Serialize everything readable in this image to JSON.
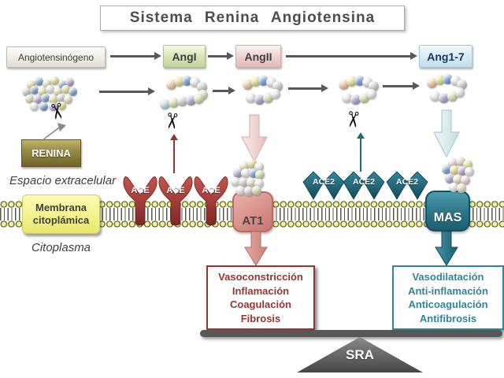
{
  "title": "Sistema Renina Angiotensina",
  "pathway": {
    "angiotensinogen": "Angiotensinógeno",
    "ang1": "AngI",
    "ang2": "AngII",
    "ang17": "Ang1-7"
  },
  "labels": {
    "renina": "RENINA",
    "extracellular": "Espacio extracelular",
    "membrane_line1": "Membrana",
    "membrane_line2": "citoplámica",
    "cytoplasm": "Citoplasma"
  },
  "receptors": {
    "ace": "ACE",
    "ace2": "ACE2",
    "at1": "AT1",
    "mas": "MAS"
  },
  "outcomes": {
    "at1_effects": [
      "Vasoconstricción",
      "Inflamación",
      "Coagulación",
      "Fibrosis"
    ],
    "mas_effects": [
      "Vasodilatación",
      "Anti-inflamación",
      "Anticoagulación",
      "Antifibrosis"
    ]
  },
  "balance": {
    "label": "SRA"
  },
  "icons": {
    "scissors": "✂"
  },
  "colors": {
    "title_text": "#4d4d4d",
    "ace_red": "#9e322c",
    "ace2_teal": "#1d5d6b",
    "at1_pink": "#d8918a",
    "mas_teal": "#23677a",
    "outcome_red": "#943634",
    "outcome_teal": "#31849b",
    "membrane_yellow": "#f2f28a",
    "renina_olive": "#8f8340",
    "arrow_gray": "#58595b"
  }
}
